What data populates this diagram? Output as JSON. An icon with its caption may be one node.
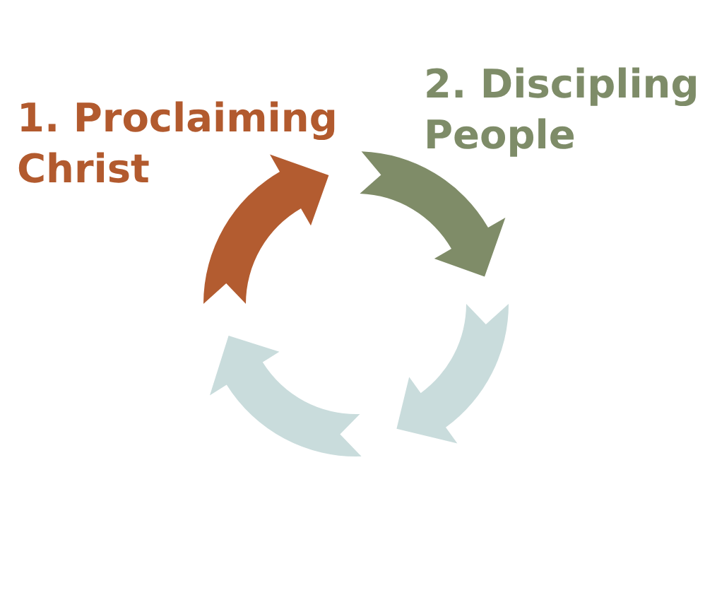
{
  "diagram": {
    "nodes": [
      {
        "text": [],
        "shape": "arrow",
        "beside": [
          "1. Proclaiming Christ"
        ]
      },
      {
        "text": [],
        "shape": "arrow",
        "beside": [
          "2. Discipling People"
        ]
      },
      {
        "text": [],
        "shape": "arrow"
      },
      {
        "text": [],
        "shape": "arrow"
      }
    ]
  }
}
